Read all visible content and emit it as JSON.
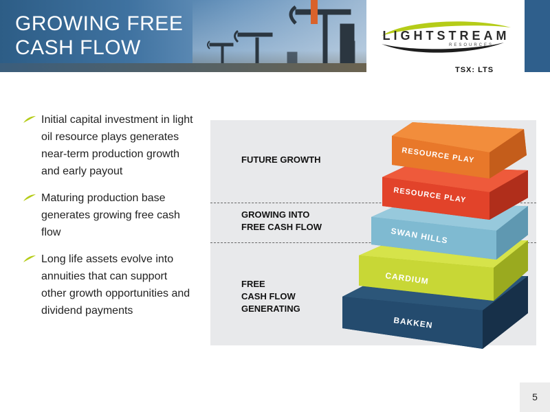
{
  "header": {
    "title_line1": "GROWING FREE",
    "title_line2": "CASH FLOW",
    "logo_text": "LIGHTSTREAM",
    "logo_subtext": "RESOURCES",
    "ticker": "TSX: LTS"
  },
  "bullets": [
    {
      "text": "Initial capital investment in light oil resource plays generates near-term production growth and early payout"
    },
    {
      "text": "Maturing production base generates growing free cash flow"
    },
    {
      "text": "Long life assets evolve into annuities that can support other growth opportunities and dividend payments"
    }
  ],
  "diagram": {
    "labels": {
      "future": "FUTURE GROWTH",
      "growing": "GROWING INTO\nFREE CASH FLOW",
      "free": "FREE\nCASH FLOW\nGENERATING"
    },
    "blocks": [
      {
        "name": "RESOURCE PLAY",
        "color": "#e8782a"
      },
      {
        "name": "RESOURCE PLAY",
        "color": "#e2432a"
      },
      {
        "name": "SWAN HILLS",
        "color": "#7fbad1"
      },
      {
        "name": "CARDIUM",
        "color": "#c8d736"
      },
      {
        "name": "BAKKEN",
        "color": "#244b6e"
      }
    ]
  },
  "footer": {
    "page_number": "5"
  },
  "colors": {
    "accent": "#b5cc18",
    "brand_blue": "#2f5f8c"
  }
}
